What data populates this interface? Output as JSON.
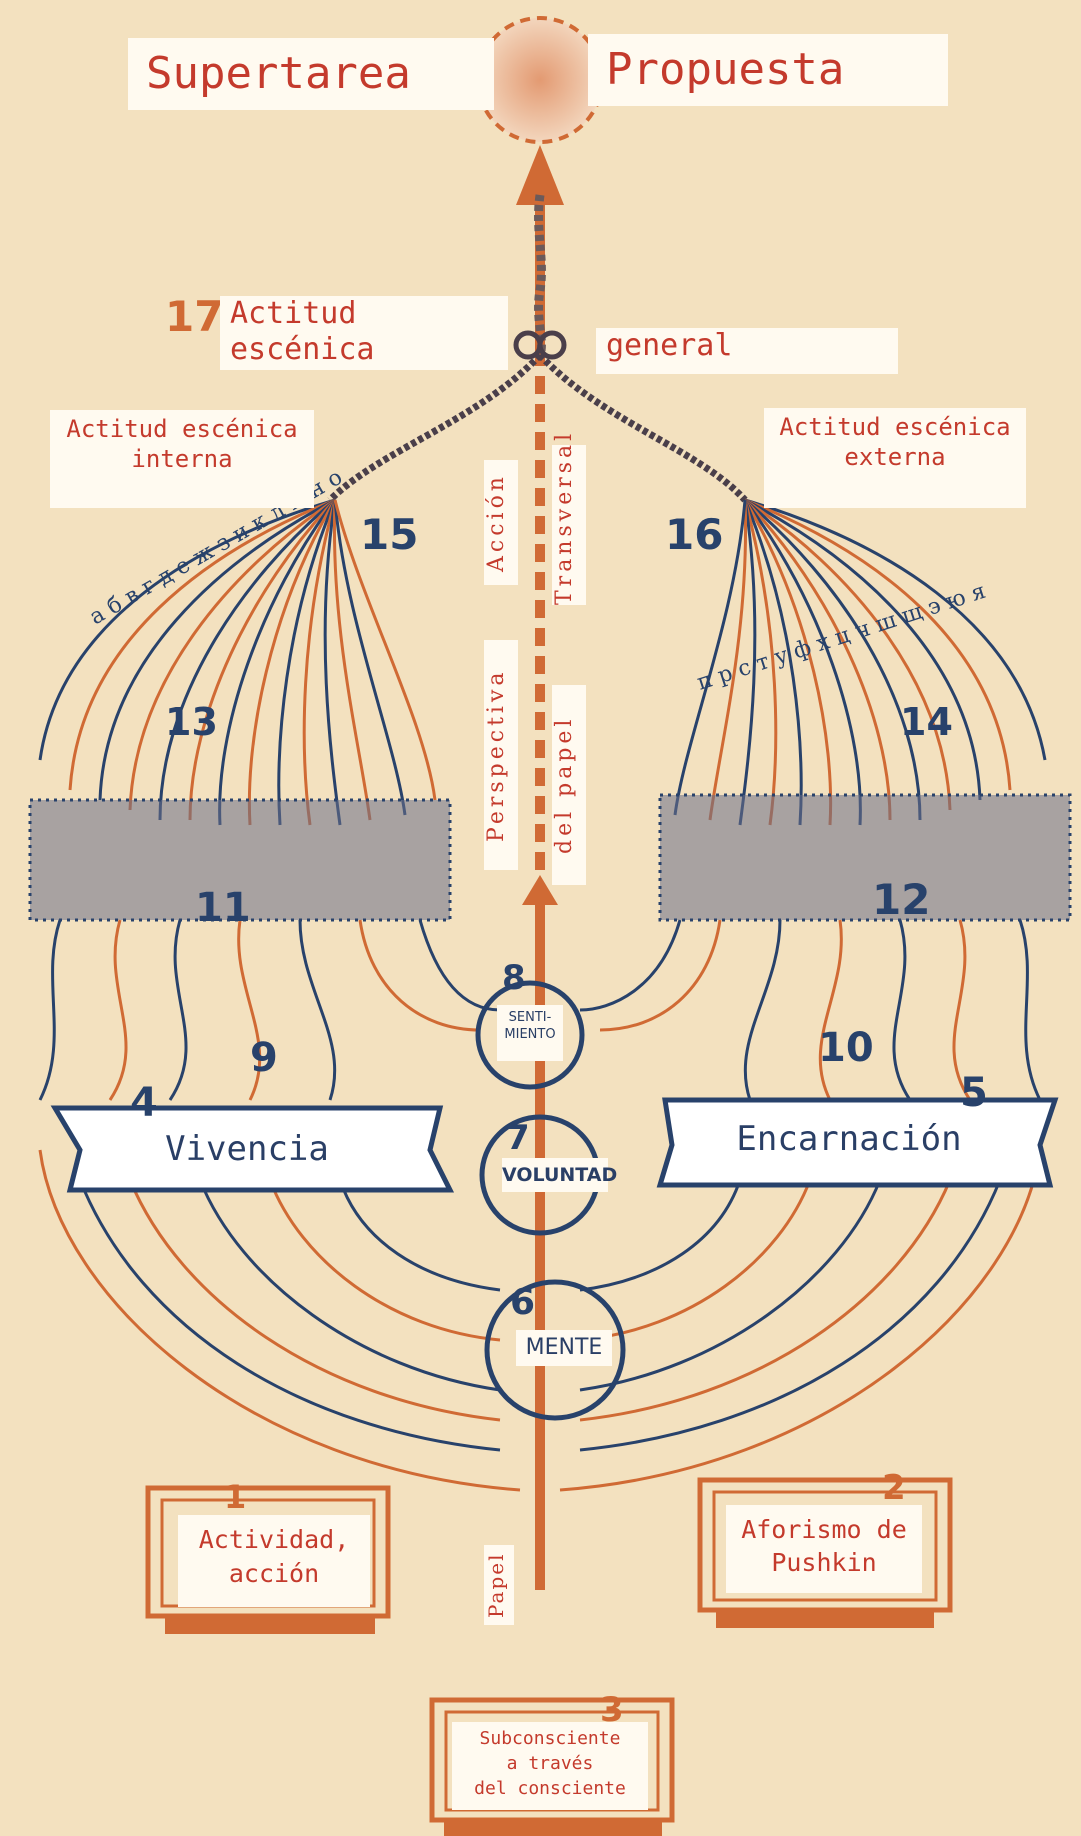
{
  "labels": {
    "supertarea": "Supertarea",
    "propuesta": "Propuesta",
    "actitud_general_line1": "Actitud",
    "actitud_general_line2": "escénica",
    "actitud_general_line3": "general",
    "actitud_interna_line1": "Actitud escénica",
    "actitud_interna_line2": "interna",
    "actitud_externa_line1": "Actitud escénica",
    "actitud_externa_line2": "externa",
    "accion": "Acción",
    "transversal": "Transversal",
    "perspectiva": "Perspectiva",
    "del_papel": "del papel",
    "papel": "Papel",
    "vivencia": "Vivencia",
    "encarnacion": "Encarnación",
    "sentimiento_line1": "SENTI-",
    "sentimiento_line2": "MIENTO",
    "voluntad": "VOLUNTAD",
    "mente": "MENTE",
    "actividad_line1": "Actividad,",
    "actividad_line2": "acción",
    "aforismo_line1": "Aforismo de",
    "aforismo_line2": "Pushkin",
    "subconsciente_line1": "Subconsciente",
    "subconsciente_line2": "a través",
    "subconsciente_line3": "del consciente"
  },
  "numbers": {
    "n1": "1",
    "n2": "2",
    "n3": "3",
    "n4": "4",
    "n5": "5",
    "n6": "6",
    "n7": "7",
    "n8": "8",
    "n9": "9",
    "n10": "10",
    "n11": "11",
    "n12": "12",
    "n13": "13",
    "n14": "14",
    "n15": "15",
    "n16": "16",
    "n17": "17"
  },
  "letters": {
    "left_arc": "абвгдежзиклмно",
    "right_arc": "прстуфхцчшщэюя"
  },
  "colors": {
    "background": "#f3e1bf",
    "orange": "#d06a34",
    "blue": "#28426b",
    "label_red": "#c43a2c"
  }
}
